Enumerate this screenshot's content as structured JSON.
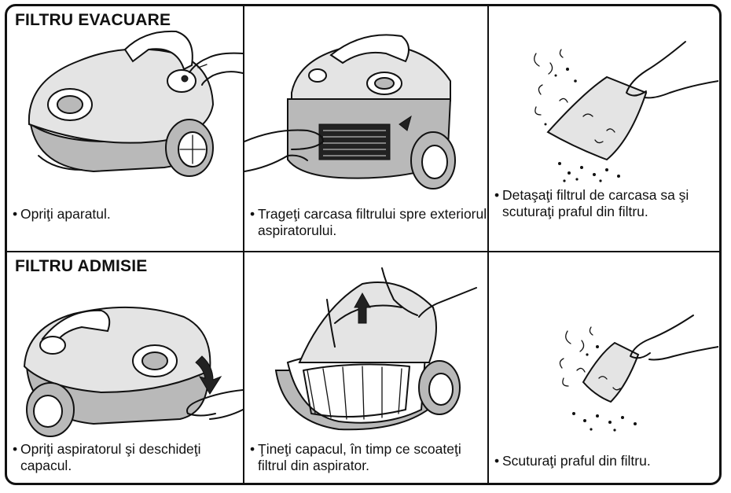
{
  "sections": [
    {
      "title": "FILTRU EVACUARE",
      "steps": [
        {
          "bullet": "•",
          "text": "Opriţi aparatul.",
          "icon": "vacuum-power-button-illustration"
        },
        {
          "bullet": "•",
          "text": "Trageţi carcasa filtrului spre exteriorul aspiratorului.",
          "icon": "pull-filter-housing-illustration"
        },
        {
          "bullet": "•",
          "text": "Detaşaţi filtrul de carcasa sa şi scuturaţi praful din filtru.",
          "icon": "shake-filter-dust-illustration"
        }
      ]
    },
    {
      "title": "FILTRU ADMISIE",
      "steps": [
        {
          "bullet": "•",
          "text": "Opriţi aspiratorul şi deschideţi capacul.",
          "icon": "open-lid-illustration"
        },
        {
          "bullet": "•",
          "text": "Ţineţi capacul, în timp ce scoateţi filtrul din aspirator.",
          "icon": "remove-intake-filter-illustration"
        },
        {
          "bullet": "•",
          "text": "Scuturaţi praful din filtru.",
          "icon": "shake-filter-dust-illustration"
        }
      ]
    }
  ]
}
